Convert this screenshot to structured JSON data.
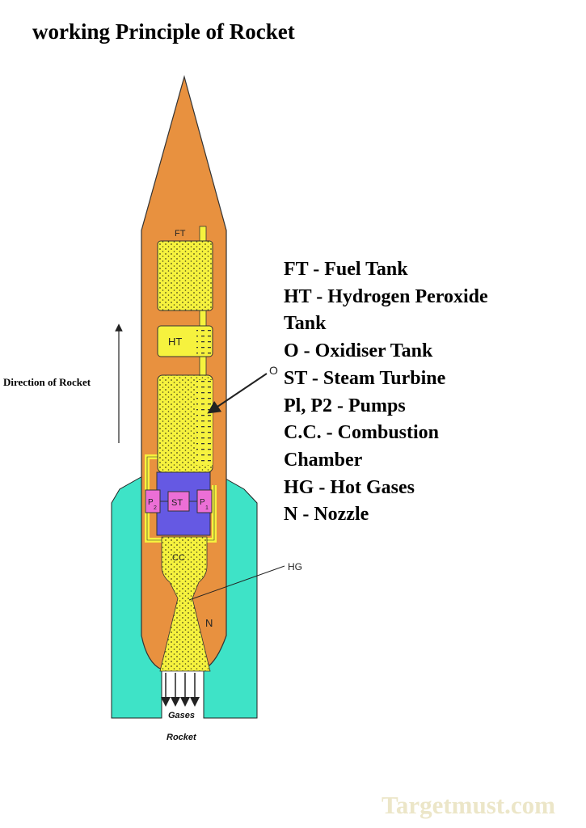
{
  "title": "working Principle of Rocket",
  "direction_label": "Direction of Rocket",
  "legend": [
    "FT - Fuel Tank",
    "HT - Hydrogen Peroxide",
    "Tank",
    "O - Oxidiser Tank",
    "ST - Steam Turbine",
    "Pl, P2 - Pumps",
    "C.C. - Combustion",
    "Chamber",
    "HG - Hot Gases",
    "N - Nozzle"
  ],
  "diagram_labels": {
    "ft": "FT",
    "ht": "HT",
    "o": "O",
    "st": "ST",
    "p1": "P",
    "p1_sub": "1",
    "p2": "P",
    "p2_sub": "2",
    "cc": "CC",
    "n": "N",
    "hg": "HG",
    "gases": "Gases",
    "rocket": "Rocket"
  },
  "watermark": "Targetmust.com",
  "colors": {
    "body": "#e8913f",
    "fins": "#3ee3c7",
    "tanks": "#f6f23e",
    "turbine_housing": "#6559e3",
    "pumps": "#ec6fd6",
    "outline": "#222222"
  }
}
